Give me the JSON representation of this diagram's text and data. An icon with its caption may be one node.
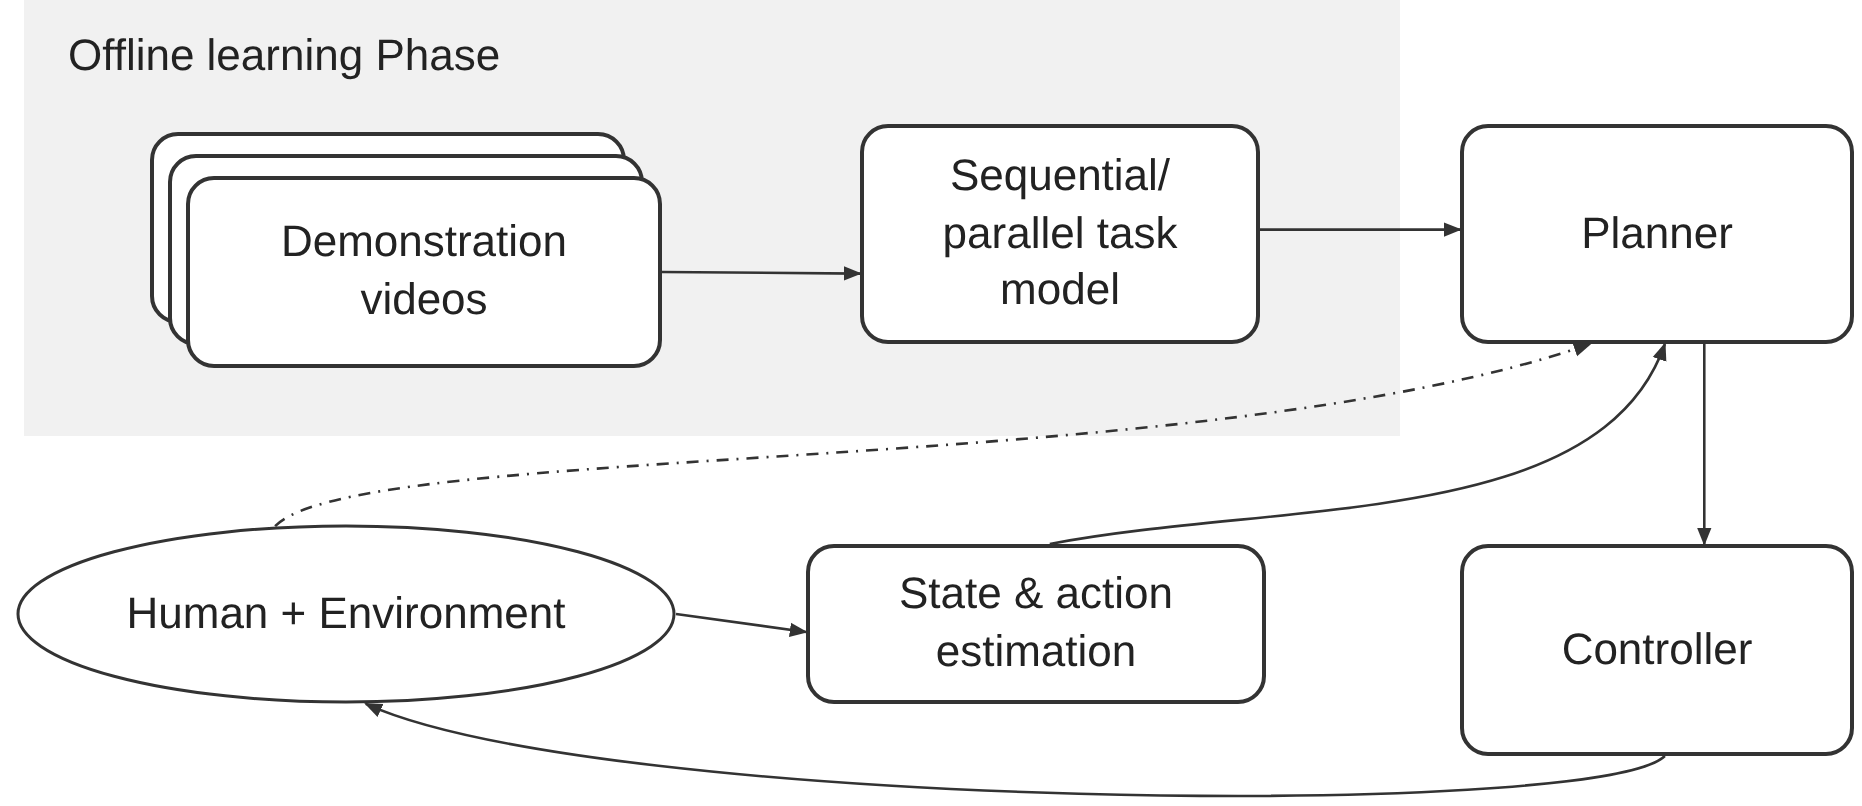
{
  "diagram": {
    "nodes": [
      {
        "text": [
          "Offline learning Phase"
        ]
      },
      {
        "text": [
          "Demonstration videos"
        ],
        "in": 0
      },
      {
        "text": [
          "Sequential/ parallel task model"
        ],
        "in": 0
      },
      {
        "text": [
          "Planner"
        ]
      },
      {
        "text": [
          "Human + Environment"
        ]
      },
      {
        "text": [
          "State & action estimation"
        ]
      },
      {
        "text": [
          "Controller"
        ]
      }
    ],
    "edges": [
      {
        "from": 1,
        "to": 2,
        "arrow": "to"
      },
      {
        "from": 2,
        "to": 3,
        "arrow": "to"
      },
      {
        "from": 3,
        "to": 6,
        "arrow": "to"
      },
      {
        "from": 4,
        "to": 5,
        "arrow": "to"
      },
      {
        "from": 5,
        "to": 3,
        "arrow": "to"
      },
      {
        "from": 4,
        "to": 3,
        "arrow": "to",
        "style": "dashed"
      },
      {
        "from": 6,
        "to": 4,
        "arrow": "to"
      }
    ]
  }
}
